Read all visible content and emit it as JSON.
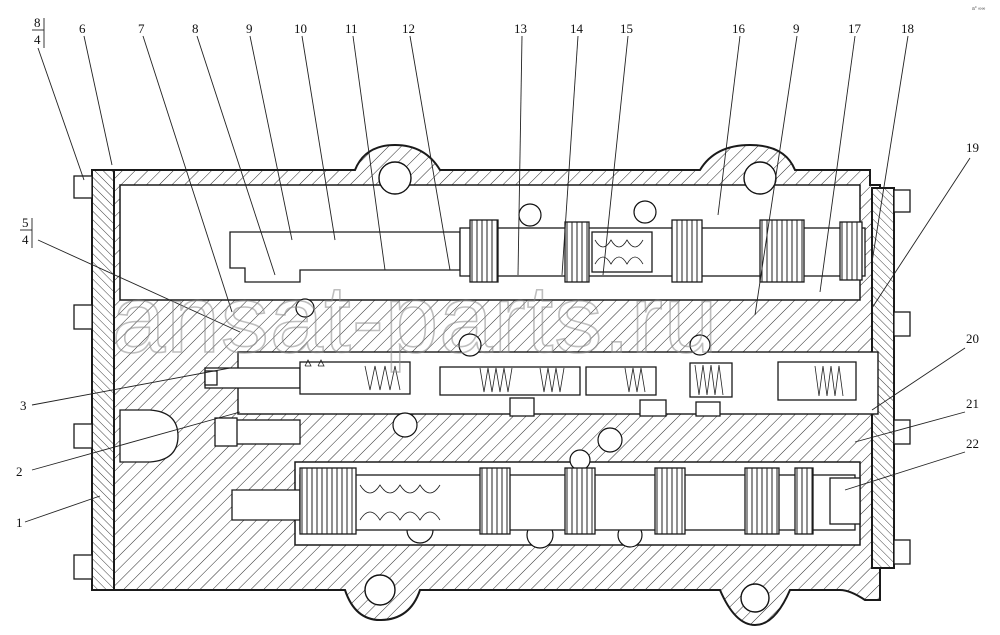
{
  "diagram": {
    "watermark": "ansat-parts.ru",
    "corner_note": "a° ∞∞",
    "fractions": [
      {
        "id": "frac-8-4",
        "num": "8",
        "den": "4"
      },
      {
        "id": "frac-5-4",
        "num": "5",
        "den": "4"
      }
    ],
    "callouts_top": [
      "6",
      "7",
      "8",
      "9",
      "10",
      "11",
      "12",
      "13",
      "14",
      "15",
      "16",
      "9",
      "17",
      "18"
    ],
    "callouts_side": [
      "19",
      "20",
      "21",
      "22",
      "3",
      "2",
      "1"
    ]
  }
}
